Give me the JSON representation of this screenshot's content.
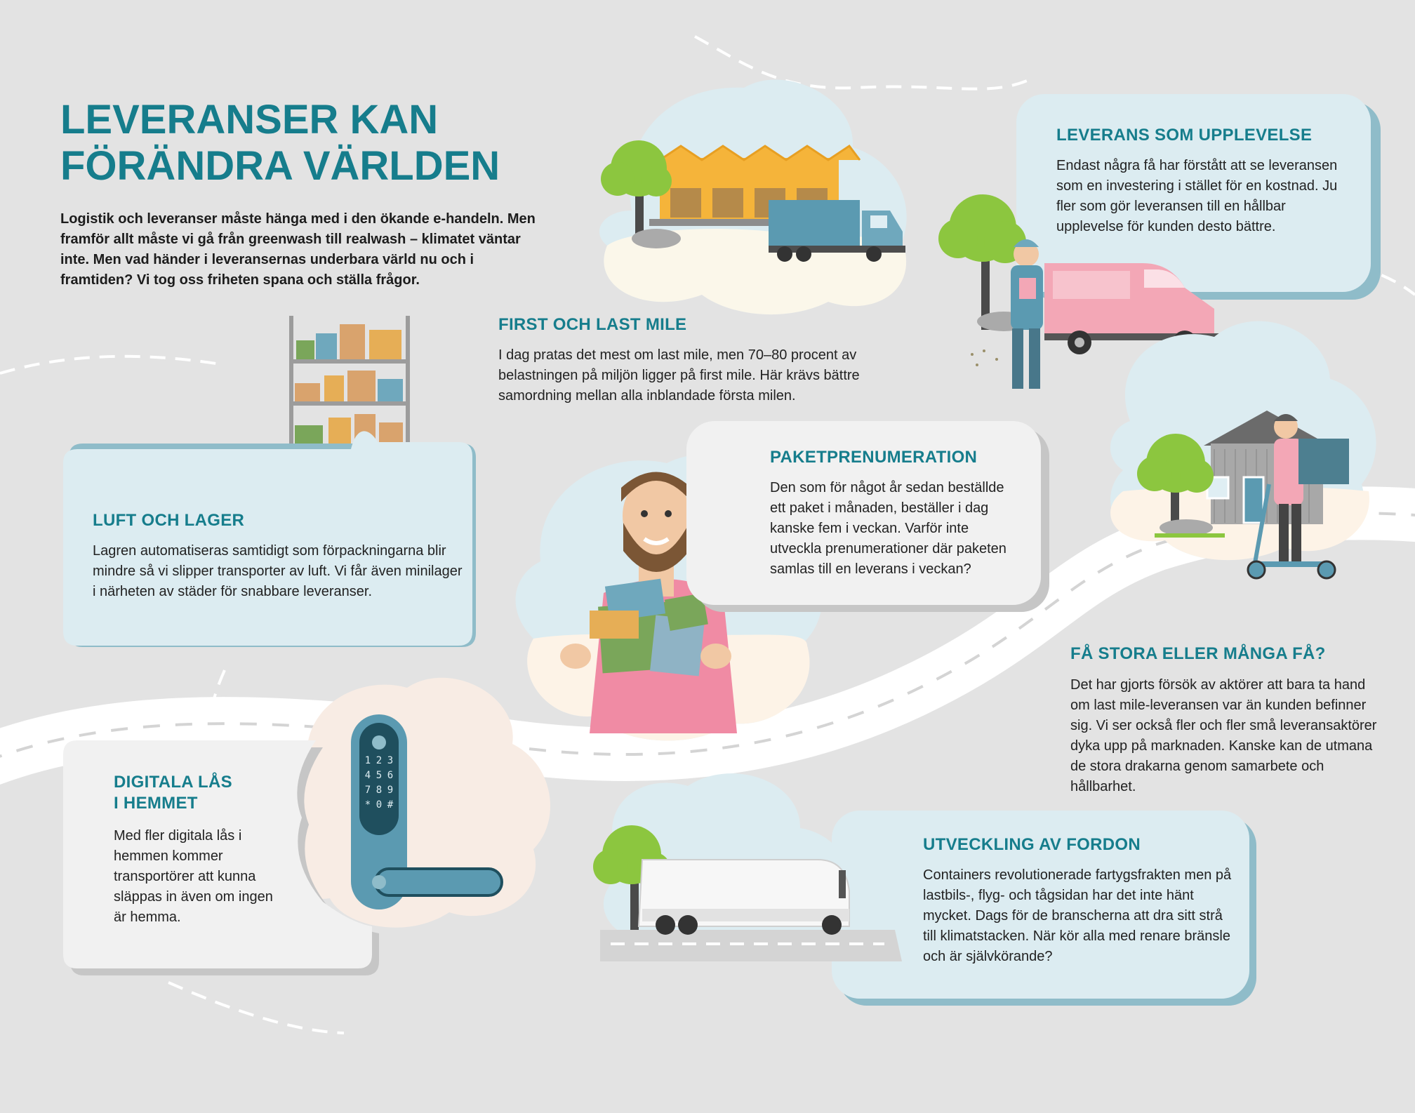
{
  "title_lines": [
    "LEVERANSER KAN",
    "FÖRÄNDRA VÄRLDEN"
  ],
  "intro": "Logistik och leveranser måste hänga med i den ökande e-handeln. Men framför allt måste vi gå från greenwash till realwash – klimatet väntar inte. Men vad händer i leveransernas underbara värld nu och i framtiden? Vi tog oss friheten spana och ställa frågor.",
  "sections": {
    "upplevelse": {
      "heading": "LEVERANS SOM UPPLEVELSE",
      "body": "Endast några få har förstått att se leveransen som en investering i stället för en kostnad. Ju fler som gör leveransen till en hållbar upplevelse för kunden desto bättre."
    },
    "first_last": {
      "heading": "FIRST OCH LAST MILE",
      "body": "I dag pratas det mest om last mile, men 70–80 procent av belastningen på miljön ligger på first mile. Här krävs bättre samordning mellan alla inblandade första milen."
    },
    "paket": {
      "heading": "PAKETPRENUMERATION",
      "body": "Den som för något år sedan beställde ett paket i månaden, beställer i dag kanske fem i veckan. Varför inte utveckla prenumerationer där paketen samlas till en leverans i veckan?"
    },
    "luft": {
      "heading": "LUFT OCH LAGER",
      "body": "Lagren automatiseras samtidigt som förpackningarna blir mindre så vi slipper transporter av luft. Vi får även minilager i närheten av städer för snabbare leveranser."
    },
    "fa_stora": {
      "heading": "FÅ STORA ELLER MÅNGA FÅ?",
      "body": "Det har gjorts försök av aktörer att bara ta hand om last mile-leveransen var än kunden befinner sig. Vi ser också fler och fler små leveransaktörer dyka upp på marknaden. Kanske kan de utmana de stora drakarna genom samarbete och hållbarhet."
    },
    "digitala": {
      "heading_lines": [
        "DIGITALA LÅS",
        "I HEMMET"
      ],
      "body": "Med fler digitala lås i hemmen kommer transportörer att kunna släppas in även om ingen är hemma."
    },
    "fordon": {
      "heading": "UTVECKLING AV FORDON",
      "body": "Containers revolutionerade fartygsfrakten men på lastbils-, flyg- och tågsidan har det inte hänt mycket. Dags för de branscherna att dra sitt strå till klimatstacken. När kör alla med renare bränsle och är självkörande?"
    }
  },
  "keypad": [
    "1",
    "2",
    "3",
    "4",
    "5",
    "6",
    "7",
    "8",
    "9",
    "*",
    "0",
    "#"
  ],
  "colors": {
    "accent": "#167d8c",
    "background": "#e3e3e3",
    "panel": "#dcecf1",
    "panel_shadow": "#8fbcc9",
    "panel_grey": "#f1f1f1",
    "road": "#ffffff",
    "tree": "#8cc63f"
  }
}
